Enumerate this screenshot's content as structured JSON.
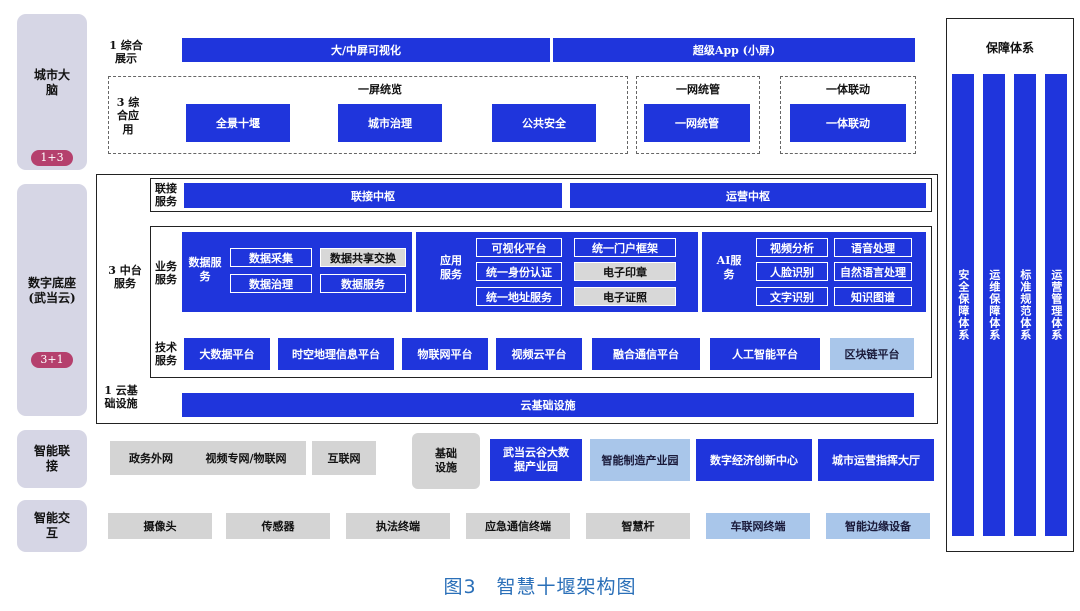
{
  "left_labels": {
    "brain": "城市大脑",
    "brain_badge": "1+3",
    "base": "数字底座(武当云)",
    "base_badge": "3+1",
    "connect": "智能联接",
    "interact": "智能交互"
  },
  "display": {
    "label": "1 综合展示",
    "big_screen": "大/中屏可视化",
    "super_app": "超级App (小屏)"
  },
  "application": {
    "label": "3 综合应用",
    "group1_title": "一屏统览",
    "group1_items": [
      "全景十堰",
      "城市治理",
      "公共安全"
    ],
    "group2_title": "一网统管",
    "group2_item": "一网统管",
    "group3_title": "一体联动",
    "group3_item": "一体联动"
  },
  "midplatform": {
    "label": "3 中台服务",
    "link_label": "联接服务",
    "link_hub": "联接中枢",
    "ops_hub": "运营中枢",
    "biz_label": "业务服务",
    "data_service": {
      "title": "数据服务",
      "items": [
        "数据采集",
        "数据共享交换",
        "数据治理",
        "数据服务"
      ]
    },
    "app_service": {
      "title": "应用服务",
      "items": [
        "可视化平台",
        "统一门户框架",
        "统一身份认证",
        "电子印章",
        "统一地址服务",
        "电子证照"
      ]
    },
    "ai_service": {
      "title": "AI服务",
      "items": [
        "视频分析",
        "语音处理",
        "人脸识别",
        "自然语言处理",
        "文字识别",
        "知识图谱"
      ]
    },
    "tech_label": "技术服务",
    "tech_items": [
      "大数据平台",
      "时空地理信息平台",
      "物联网平台",
      "视频云平台",
      "融合通信平台",
      "人工智能平台",
      "区块链平台"
    ]
  },
  "cloud": {
    "label": "1 云基础设施",
    "bar": "云基础设施"
  },
  "connect_row": {
    "items": [
      "政务外网",
      "视频专网/物联网",
      "互联网"
    ],
    "infra_label": "基础设施",
    "infra_items": [
      "武当云谷大数据产业园",
      "智能制造产业园",
      "数字经济创新中心",
      "城市运营指挥大厅"
    ]
  },
  "interact_row": {
    "items": [
      "摄像头",
      "传感器",
      "执法终端",
      "应急通信终端",
      "智慧杆",
      "车联网终端",
      "智能边缘设备"
    ]
  },
  "security": {
    "title": "保障体系",
    "bars": [
      "安全保障体系",
      "运维保障体系",
      "标准规范体系",
      "运营管理体系"
    ]
  },
  "caption": "图3　智慧十堰架构图"
}
